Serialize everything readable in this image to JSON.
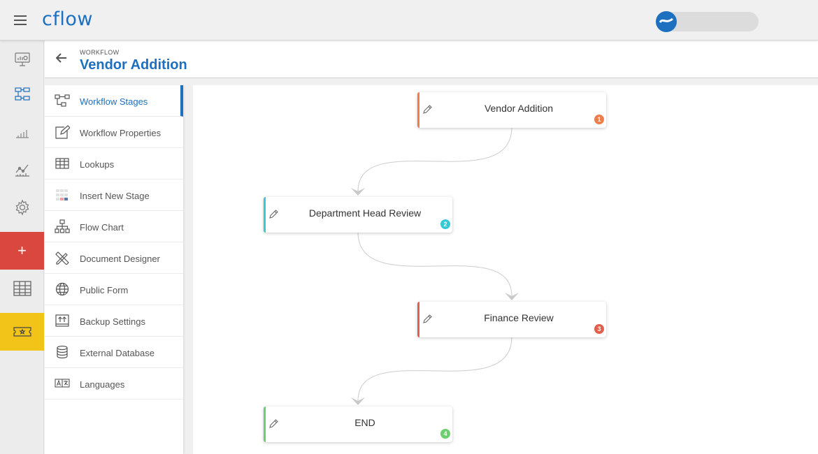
{
  "app": {
    "logo": "cflow"
  },
  "header": {
    "breadcrumb": "WORKFLOW",
    "title": "Vendor Addition"
  },
  "rail": {
    "items": [
      {
        "name": "dashboard-icon"
      },
      {
        "name": "workflow-icon"
      },
      {
        "name": "reports-icon"
      },
      {
        "name": "analytics-icon"
      },
      {
        "name": "settings-icon"
      },
      {
        "name": "add-icon",
        "label": "+",
        "color": "#d9473e"
      },
      {
        "name": "table-icon"
      },
      {
        "name": "ticket-icon",
        "color": "#f2c318"
      }
    ]
  },
  "menu": {
    "items": [
      {
        "label": "Workflow Stages",
        "icon": "workflow-stages-icon",
        "active": true
      },
      {
        "label": "Workflow Properties",
        "icon": "edit-square-icon"
      },
      {
        "label": "Lookups",
        "icon": "table-grid-icon"
      },
      {
        "label": "Insert New Stage",
        "icon": "insert-stage-icon"
      },
      {
        "label": "Flow Chart",
        "icon": "flow-chart-icon"
      },
      {
        "label": "Document Designer",
        "icon": "design-tools-icon"
      },
      {
        "label": "Public Form",
        "icon": "globe-icon"
      },
      {
        "label": "Backup Settings",
        "icon": "backup-icon"
      },
      {
        "label": "External Database",
        "icon": "database-icon"
      },
      {
        "label": "Languages",
        "icon": "translate-icon"
      }
    ]
  },
  "stages": [
    {
      "name": "Vendor Addition",
      "number": "1",
      "color": "#ef7d4b"
    },
    {
      "name": "Department Head Review",
      "number": "2",
      "color": "#35c9d6"
    },
    {
      "name": "Finance Review",
      "number": "3",
      "color": "#e45f4a"
    },
    {
      "name": "END",
      "number": "4",
      "color": "#6ccf6d"
    }
  ],
  "colors": {
    "brand": "#1d6fc0"
  }
}
